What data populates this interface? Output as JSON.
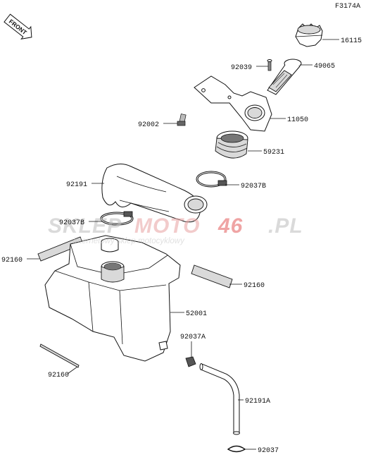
{
  "figure_code": "F3174A",
  "front_label": "FRONT",
  "watermark": {
    "brand_a": "SKLEP",
    "brand_b": "MOTO",
    "brand_num": "46",
    "brand_tld": ".PL",
    "tagline": "internetowy sklep motocyklowy"
  },
  "callouts": [
    {
      "id": "16115"
    },
    {
      "id": "49065"
    },
    {
      "id": "92039"
    },
    {
      "id": "11050"
    },
    {
      "id": "92002"
    },
    {
      "id": "59231"
    },
    {
      "id": "92191"
    },
    {
      "id": "92037B"
    },
    {
      "id": "92037B"
    },
    {
      "id": "92160"
    },
    {
      "id": "92160"
    },
    {
      "id": "52001"
    },
    {
      "id": "92037A"
    },
    {
      "id": "92160"
    },
    {
      "id": "92191A"
    },
    {
      "id": "92037"
    }
  ]
}
